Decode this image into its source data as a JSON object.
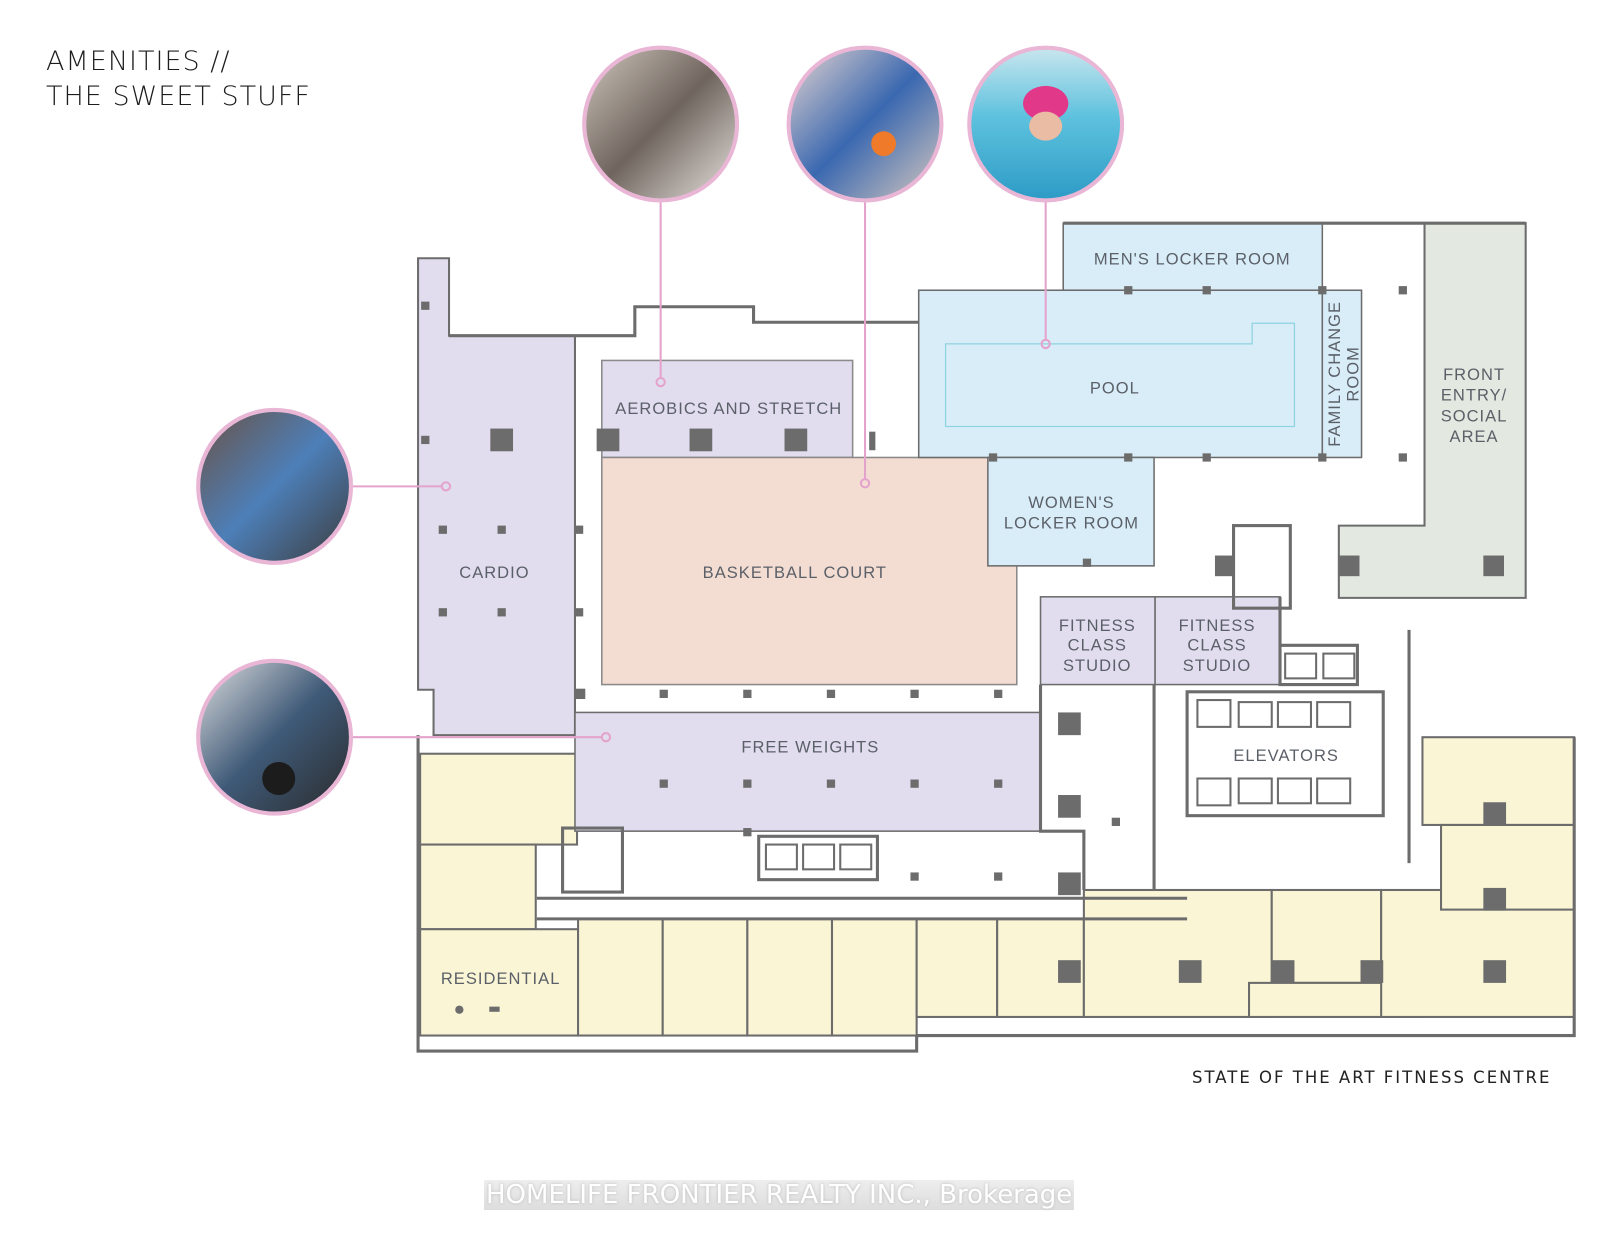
{
  "title": {
    "line1": "AMENITIES //",
    "line2": "THE SWEET STUFF"
  },
  "caption": "STATE OF THE ART FITNESS CENTRE",
  "watermark": "HOMELIFE FRONTIER REALTY INC., Brokerage",
  "colors": {
    "fitness": "#e1ddef",
    "court": "#f3ddd2",
    "aquatic": "#d9edf9",
    "entry": "#e3e9e0",
    "residential": "#faf5d5",
    "walls": "#6c6c6c",
    "callout": "#e4a3cc"
  },
  "rooms": {
    "mens_locker": "MEN'S LOCKER ROOM",
    "pool": "POOL",
    "family_change": [
      "FAMILY CHANGE",
      "ROOM"
    ],
    "front_entry": [
      "FRONT",
      "ENTRY/",
      "SOCIAL",
      "AREA"
    ],
    "aerobics": "AEROBICS AND STRETCH",
    "womens_locker": [
      "WOMEN'S",
      "LOCKER ROOM"
    ],
    "cardio": "CARDIO",
    "basketball": "BASKETBALL COURT",
    "fitness_studio_1": [
      "FITNESS",
      "CLASS",
      "STUDIO"
    ],
    "fitness_studio_2": [
      "FITNESS",
      "CLASS",
      "STUDIO"
    ],
    "free_weights": "FREE WEIGHTS",
    "elevators": "ELEVATORS",
    "residential": "RESIDENTIAL"
  },
  "photos": [
    {
      "icon": "aerobics-photo"
    },
    {
      "icon": "basketball-photo"
    },
    {
      "icon": "swimmer-photo"
    },
    {
      "icon": "cardio-photo"
    },
    {
      "icon": "weights-photo"
    }
  ]
}
